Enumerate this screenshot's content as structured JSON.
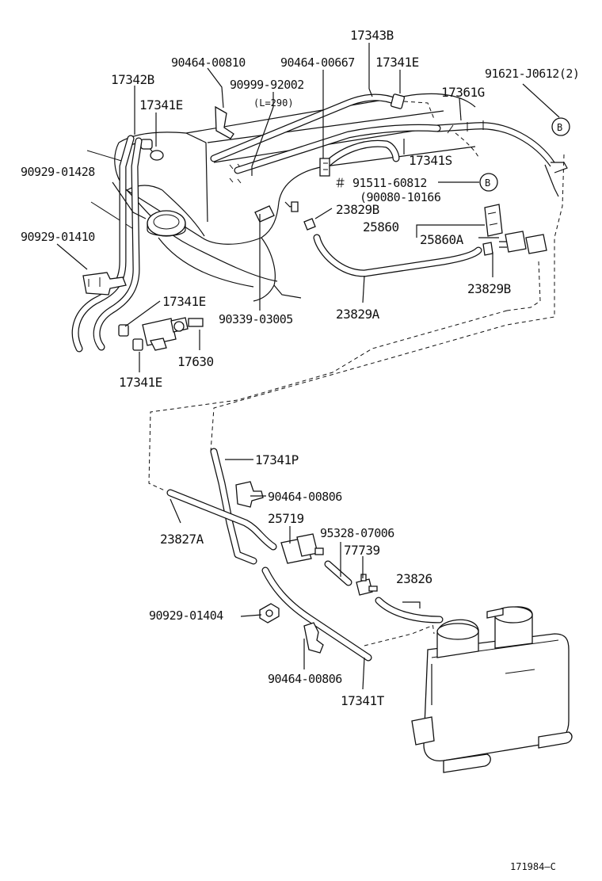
{
  "diagram": {
    "figure_code": "171984—C",
    "labels": [
      {
        "id": "17343B",
        "text": "17343B"
      },
      {
        "id": "90464-00810",
        "text": "90464-00810"
      },
      {
        "id": "90464-00667",
        "text": "90464-00667"
      },
      {
        "id": "17341E-top",
        "text": "17341E"
      },
      {
        "id": "91621-J0612",
        "text": "91621-J0612(2)"
      },
      {
        "id": "17342B",
        "text": "17342B"
      },
      {
        "id": "90999-92002",
        "text": "90999-92002"
      },
      {
        "id": "L290",
        "text": "(L=290)"
      },
      {
        "id": "17361G",
        "text": "17361G"
      },
      {
        "id": "17341E-left",
        "text": "17341E"
      },
      {
        "id": "17341S",
        "text": "17341S"
      },
      {
        "id": "90929-01428",
        "text": "90929-01428"
      },
      {
        "id": "91511-60812",
        "text": "＃ 91511-60812"
      },
      {
        "id": "90080-10166",
        "text": "(90080-10166"
      },
      {
        "id": "23829B-top",
        "text": "23829B"
      },
      {
        "id": "90929-01410",
        "text": "90929-01410"
      },
      {
        "id": "25860",
        "text": "25860"
      },
      {
        "id": "25860A",
        "text": "25860A"
      },
      {
        "id": "23829B-right",
        "text": "23829B"
      },
      {
        "id": "17341E-mid",
        "text": "17341E"
      },
      {
        "id": "90339-03005",
        "text": "90339-03005"
      },
      {
        "id": "23829A",
        "text": "23829A"
      },
      {
        "id": "17630",
        "text": "17630"
      },
      {
        "id": "17341E-bottom",
        "text": "17341E"
      },
      {
        "id": "17341P",
        "text": "17341P"
      },
      {
        "id": "90464-00806-top",
        "text": "90464-00806"
      },
      {
        "id": "25719",
        "text": "25719"
      },
      {
        "id": "23827A",
        "text": "23827A"
      },
      {
        "id": "95328-07006",
        "text": "95328-07006"
      },
      {
        "id": "77739",
        "text": "77739"
      },
      {
        "id": "23826",
        "text": "23826"
      },
      {
        "id": "90929-01404",
        "text": "90929-01404"
      },
      {
        "id": "90464-00806-bottom",
        "text": "90464-00806"
      },
      {
        "id": "17341T",
        "text": "17341T"
      }
    ],
    "callout_letter": "B"
  }
}
